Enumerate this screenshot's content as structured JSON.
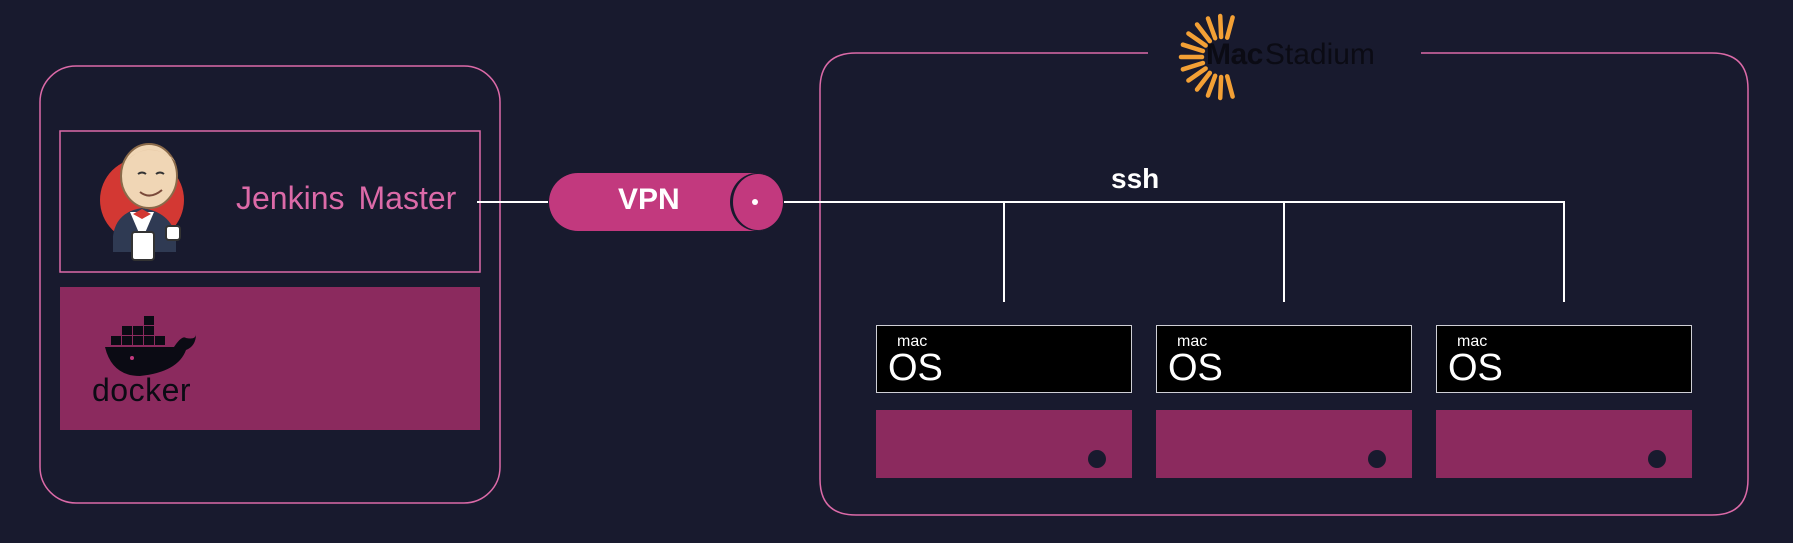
{
  "jenkins": {
    "label_first": "Jenkins",
    "label_second": "Master",
    "icon": "jenkins-butler-icon"
  },
  "docker": {
    "wordmark": "docker",
    "icon": "docker-whale-icon"
  },
  "vpn": {
    "label": "VPN"
  },
  "ssh": {
    "label": "ssh"
  },
  "macstadium": {
    "name_bold": "Mac",
    "name_light": "Stadium",
    "icon": "sunburst-icon"
  },
  "hosts": [
    {
      "os_small": "mac",
      "os_big": "OS"
    },
    {
      "os_small": "mac",
      "os_big": "OS"
    },
    {
      "os_small": "mac",
      "os_big": "OS"
    }
  ],
  "colors": {
    "background": "#181a2e",
    "accent_pink": "#dc6aa8",
    "panel_magenta": "#8b2a5e",
    "vpn_magenta": "#c2397e",
    "macstadium_orange": "#f3a035"
  }
}
